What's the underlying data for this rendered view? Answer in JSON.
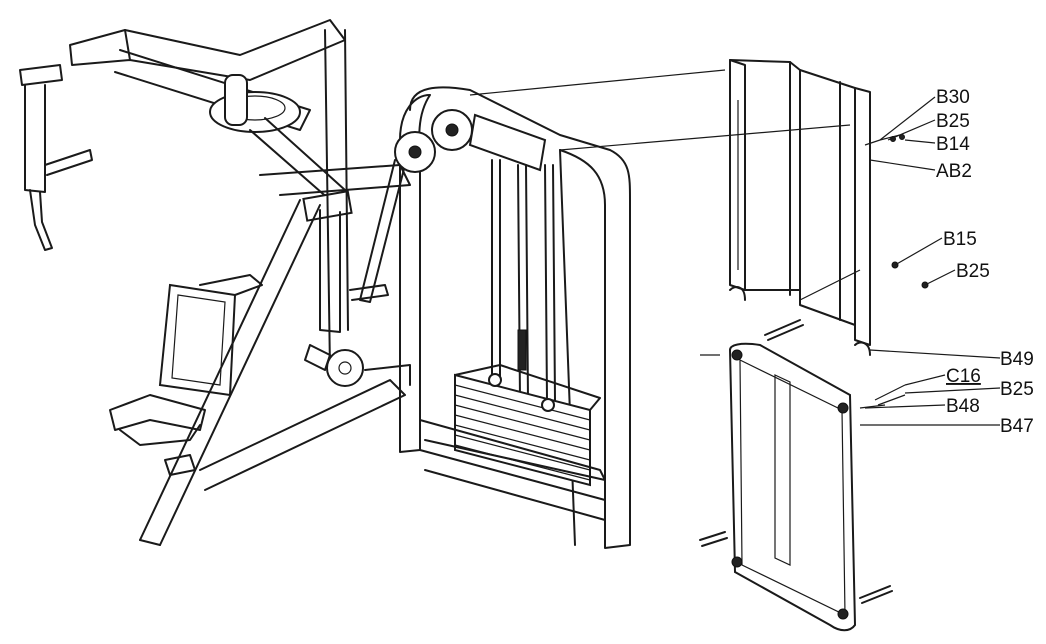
{
  "diagram": {
    "labels": [
      {
        "id": "b30",
        "text": "B30"
      },
      {
        "id": "b25a",
        "text": "B25"
      },
      {
        "id": "b14",
        "text": "B14"
      },
      {
        "id": "ab2",
        "text": "AB2"
      },
      {
        "id": "b15",
        "text": "B15"
      },
      {
        "id": "b25b",
        "text": "B25"
      },
      {
        "id": "b49",
        "text": "B49"
      },
      {
        "id": "c16",
        "text": "C16"
      },
      {
        "id": "b25c",
        "text": "B25"
      },
      {
        "id": "b48",
        "text": "B48"
      },
      {
        "id": "b47",
        "text": "B47"
      }
    ]
  }
}
